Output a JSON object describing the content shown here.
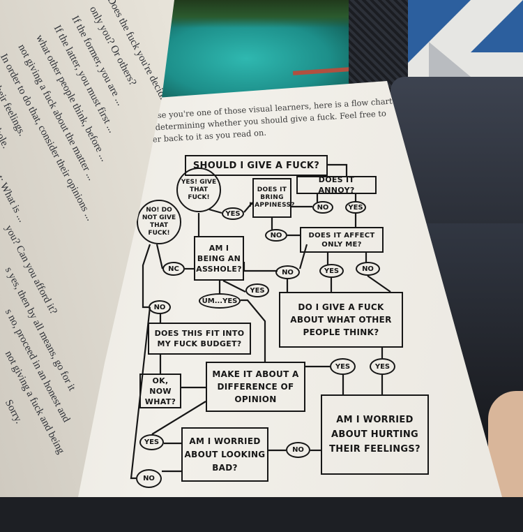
{
  "left_page": {
    "lines": [
      "Does the fuck you're deciding to give",
      "only you? Or others?",
      "If the former, you are ...",
      "If the latter, you must first ...",
      "what other people think, before ...",
      "not giving a fuck about the matter ...",
      "In order to do that, consider their opinions ...",
      "from their feelings.",
      "Don't be an asshole.",
      "consult your Fuck Budget: What is ...",
      "you? Can you afford it?",
      "s yes, then by all means, go for it",
      "s no, proceed in an honest and",
      "not giving a fuck and being",
      "Sorry."
    ]
  },
  "right_page": {
    "intro_lines": [
      "case you're one of those visual learners, here is a flow chart",
      "r determining whether you should give a fuck. Feel free to",
      "fer back to it as you read on."
    ]
  },
  "flowchart": {
    "start": "Should I give a fuck?",
    "annoy": "Does it annoy?",
    "happiness": "Does it bring happiness?",
    "give": "Yes! Give that fuck!",
    "dont_give": "No! Do not give that fuck!",
    "affect": "Does it affect only me?",
    "asshole": "Am I being an asshole?",
    "others_think": "Do I give a fuck about what other people think?",
    "budget": "Does this fit into my fuck budget?",
    "now_what": "OK, now what?",
    "difference": "Make it about a difference of opinion",
    "hurting": "Am I worried about hurting their feelings?",
    "looking_bad": "Am I worried about looking bad?",
    "um_yes": "Um...yes",
    "yes": "Yes",
    "no": "No",
    "nc": "Nc"
  }
}
